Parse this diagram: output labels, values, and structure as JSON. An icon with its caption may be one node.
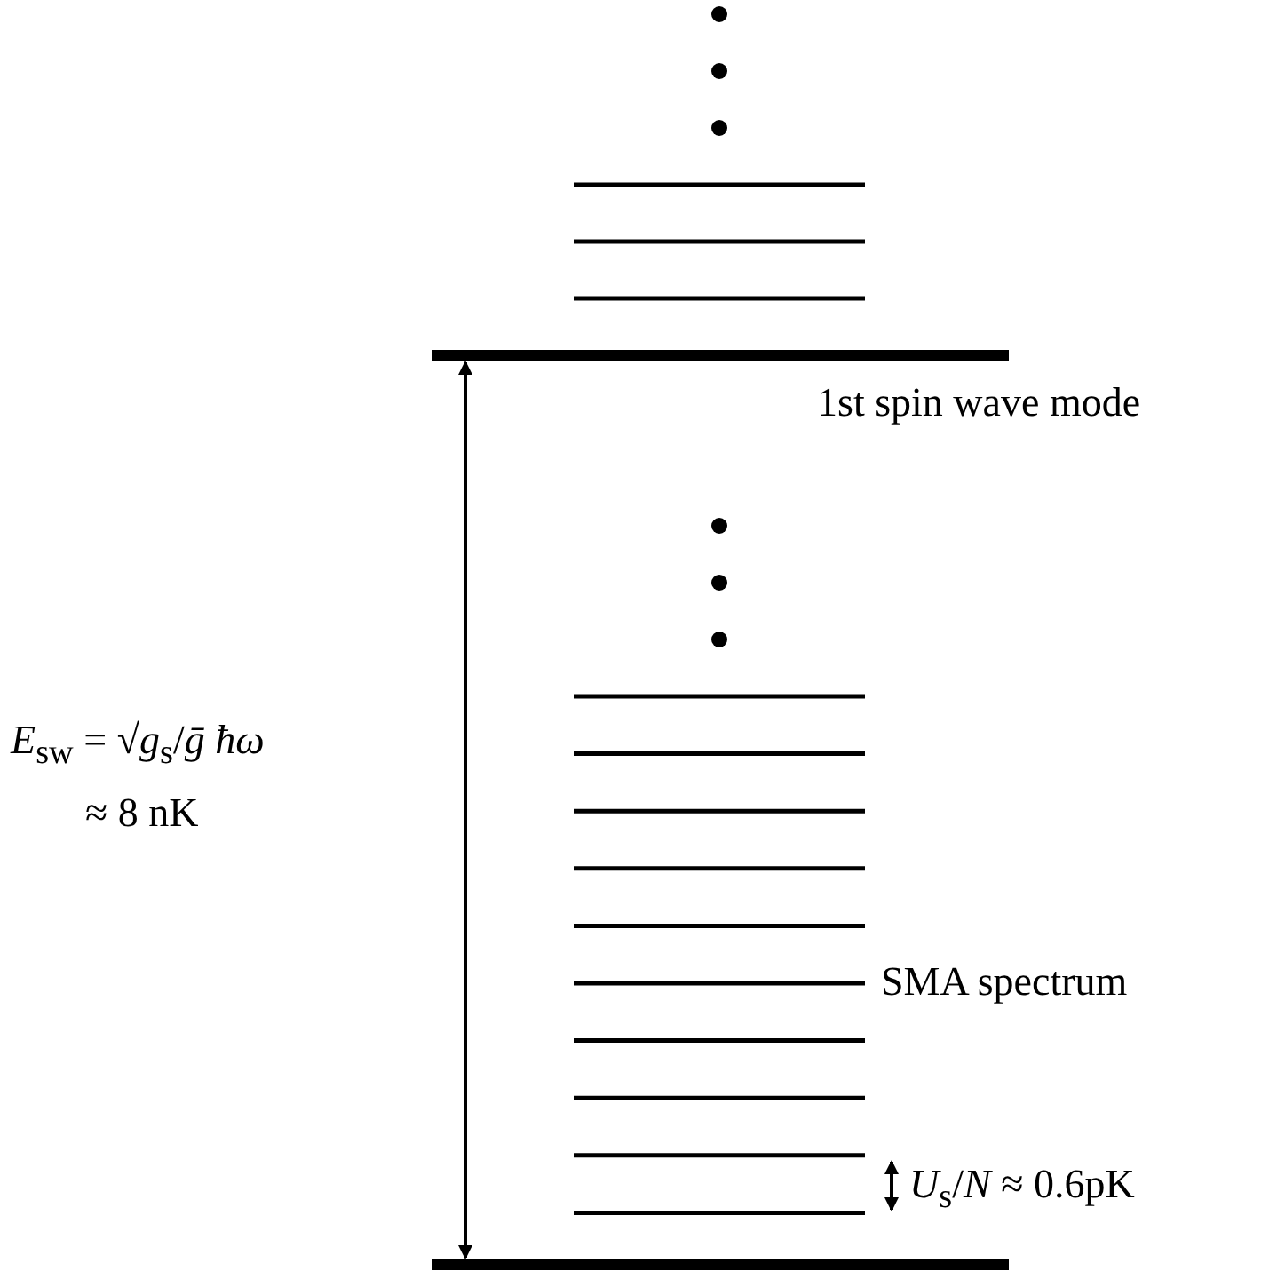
{
  "diagram": {
    "labels": [
      "1st spin wave mode",
      "SMA spectrum",
      "*E*$_{sw}$ = √*g*$_{s}$/*ḡ* *ħω*",
      "≈ 8 nK",
      "*U*$_{s}$/*N* ≈ 0.6pK"
    ]
  }
}
